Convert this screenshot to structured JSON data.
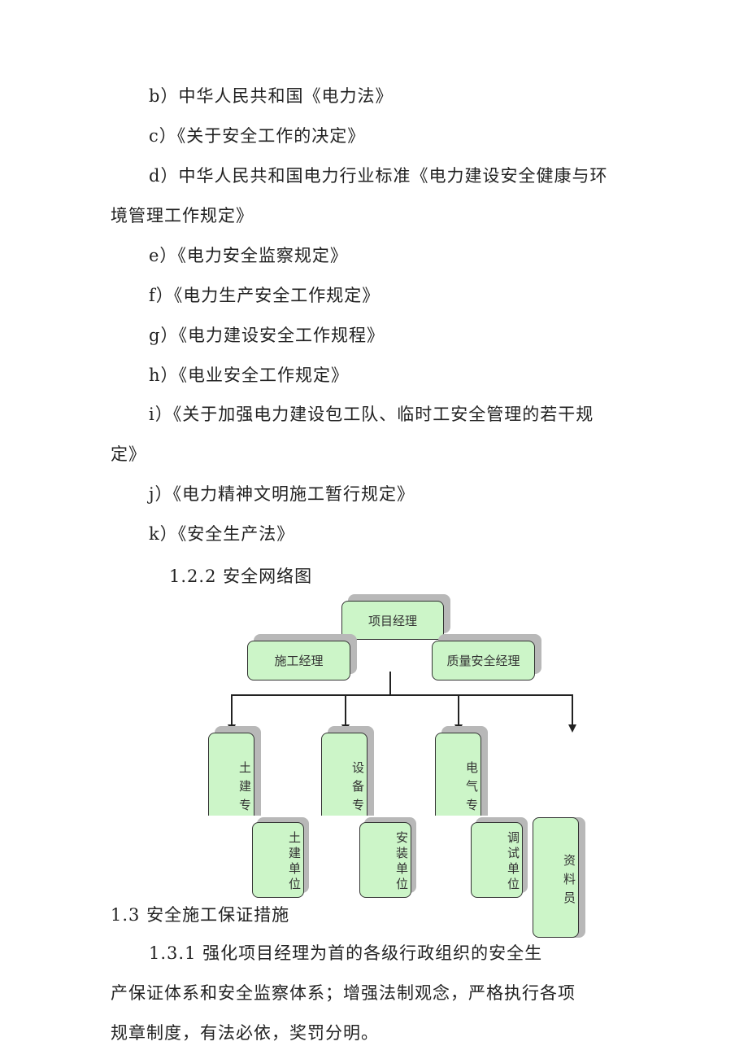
{
  "list_items": [
    "b）中华人民共和国《电力法》",
    "c）《关于安全工作的决定》",
    "d）中华人民共和国电力行业标准《电力建设安全健康与环",
    "境管理工作规定》",
    "e）《电力安全监察规定》",
    "f）《电力生产安全工作规定》",
    "g）《电力建设安全工作规程》",
    "h）《电业安全工作规定》",
    "i）《关于加强电力建设包工队、临时工安全管理的若干规",
    "定》",
    "j）《电力精神文明施工暂行规定》",
    "k）《安全生产法》"
  ],
  "section_122": "1.2.2 安全网络图",
  "diagram": {
    "top": "项目经理",
    "left": "施工经理",
    "right": "质量安全经理",
    "specialists": [
      "土建专工",
      "设备专工",
      "电气专工"
    ],
    "clerk": "资料员",
    "units": [
      "土建单位",
      "安装单位",
      "调试单位"
    ],
    "fill_color": "#ccf5c8"
  },
  "section_13": "1.3 安全施工保证措施",
  "para_131": [
    "1.3.1 强化项目经理为首的各级行政组织的安全生",
    "产保证体系和安全监察体系；增强法制观念，严格执行各项",
    "规章制度，有法必依，奖罚分明。"
  ]
}
